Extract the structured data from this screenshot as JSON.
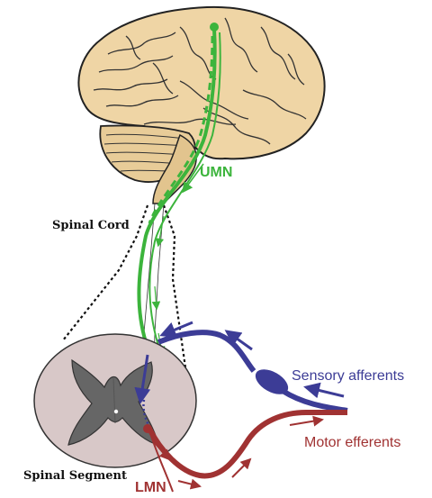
{
  "labels": {
    "umn": "UMN",
    "spinal_cord": "Spinal Cord",
    "spinal_segment": "Spinal Segment",
    "lmn": "LMN",
    "sensory_afferents": "Sensory afferents",
    "motor_efferents": "Motor efferents"
  },
  "colors": {
    "motor_pathway": "#3cb43c",
    "sensory": "#3c3c96",
    "motor_efferent": "#a03232",
    "brain_fill": "#efd5a5",
    "brain_outline": "#222222",
    "segment_fill": "#d8c8c8",
    "gray_matter": "#666666"
  }
}
